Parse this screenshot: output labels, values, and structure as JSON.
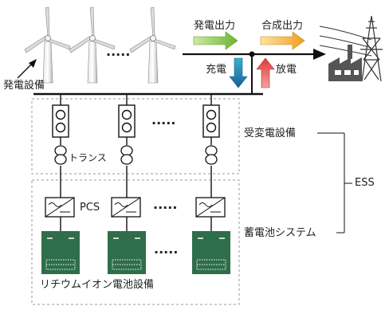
{
  "labels": {
    "generation_output": "発電出力",
    "combined_output": "合成出力",
    "charge": "充電",
    "discharge": "放電",
    "generation_facility": "発電設備",
    "transformer": "トランス",
    "pcs": "PCS",
    "receiving_facility": "受変電設備",
    "battery_system": "蓄電池システム",
    "ess": "ESS",
    "li_ion_facility": "リチウムイオン電池設備"
  },
  "ellipsis": {
    "turbines": "·····",
    "switchgear": "·····",
    "pcs": "·····",
    "batteries": "·····"
  },
  "colors": {
    "line": "#222222",
    "battery": "#2e6e4a",
    "battery_mark": "#ffffff",
    "arrow_generation": "#7fbf3f",
    "arrow_combined": "#f0a020",
    "arrow_charge": "#1f7fa8",
    "arrow_discharge": "#e04545",
    "dashed_box": "#999999",
    "factory": "#555555"
  }
}
